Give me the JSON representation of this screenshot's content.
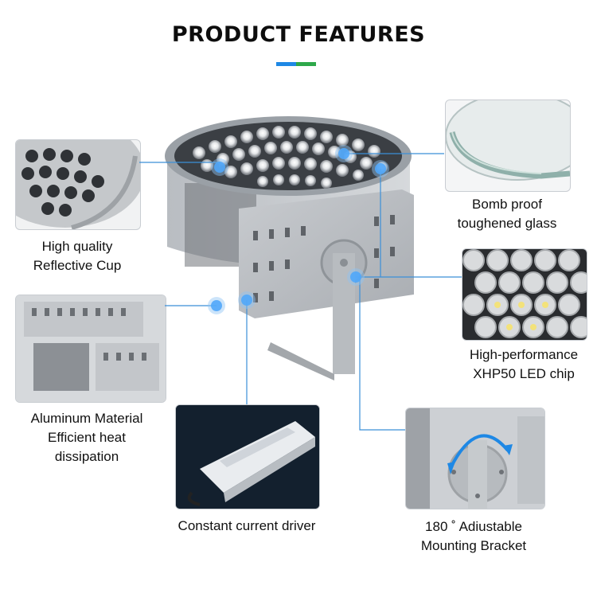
{
  "heading": "PRODUCT FEATURES",
  "colors": {
    "accent_blue": "#1e88e5",
    "accent_green": "#2ea84a",
    "line": "#3b8fd8",
    "dot": "#1e90ff"
  },
  "features": {
    "reflective_cup": {
      "line1": "High quality",
      "line2": "Reflective Cup"
    },
    "glass": {
      "line1": "Bomb proof",
      "line2": "toughened glass"
    },
    "led_chip": {
      "line1": "High-performance",
      "line2": "XHP50 LED chip"
    },
    "aluminum": {
      "line1": "Aluminum Material",
      "line2": "Efficient heat",
      "line3": "dissipation"
    },
    "driver": {
      "line1": "Constant current driver"
    },
    "bracket": {
      "line1": "180 ˚ Adiustable",
      "line2": "Mounting Bracket"
    }
  },
  "icons": {
    "rotate": "rotate-arrows-icon"
  }
}
